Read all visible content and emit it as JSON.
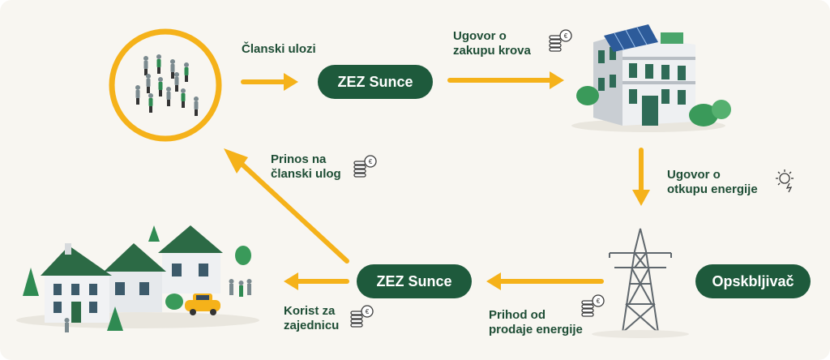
{
  "nodes": {
    "zez_top": "ZEZ Sunce",
    "zez_bottom": "ZEZ Sunce",
    "supplier": "Opskbljivač"
  },
  "labels": {
    "member_deposits": "Članski ulozi",
    "roof_lease": [
      "Ugovor o",
      "zakupu krova"
    ],
    "energy_purchase": [
      "Ugovor o",
      "otkupu energije"
    ],
    "sales_income": [
      "Prihod od",
      "prodaje energije"
    ],
    "community_benefit": [
      "Korist za",
      "zajednicu"
    ],
    "member_return": [
      "Prinos na",
      "članski ulog"
    ]
  },
  "colors": {
    "accent": "#f5b21a",
    "pill": "#1e5a3c",
    "text": "#1e4d35",
    "background": "#f8f6f1"
  },
  "icons": [
    "people-circle",
    "solar-building",
    "power-pylon",
    "houses-with-car",
    "coin-stack-icon",
    "sun-lightning-icon"
  ]
}
